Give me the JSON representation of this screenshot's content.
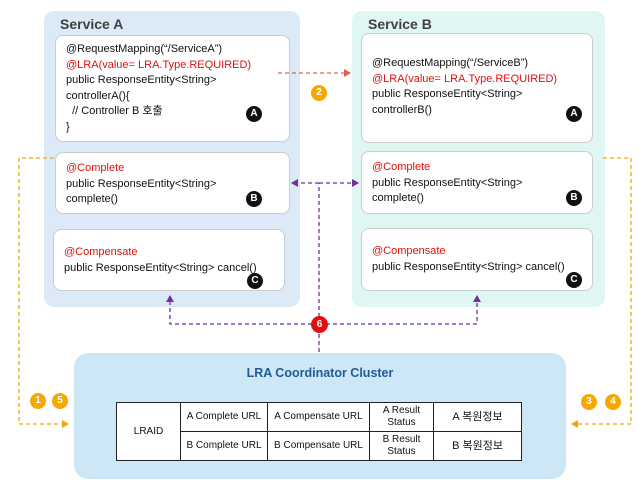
{
  "service_a": {
    "title": "Service A",
    "box_a": {
      "line1": "@RequestMapping(“/ServiceA”)",
      "line2": "@LRA(value= LRA.Type.REQUIRED)",
      "line3": "public ResponseEntity<String>",
      "line4": "controllerA(){",
      "line5": "  // Controller B 호출",
      "line6": "}",
      "badge": "A"
    },
    "box_b": {
      "line1": "@Complete",
      "line2": "public ResponseEntity<String>",
      "line3": "complete()",
      "badge": "B"
    },
    "box_c": {
      "line1": "@Compensate",
      "line2": "public ResponseEntity<String> cancel()",
      "badge": "C"
    }
  },
  "service_b": {
    "title": "Service B",
    "box_a": {
      "line1": "@RequestMapping(“/ServiceB”)",
      "line2": "@LRA(value= LRA.Type.REQUIRED)",
      "line3": "public ResponseEntity<String>",
      "line4": "controllerB()",
      "badge": "A"
    },
    "box_b": {
      "line1": "@Complete",
      "line2": "public ResponseEntity<String>",
      "line3": "complete()",
      "badge": "B"
    },
    "box_c": {
      "line1": "@Compensate",
      "line2": "public ResponseEntity<String> cancel()",
      "badge": "C"
    }
  },
  "coordinator": {
    "title": "LRA Coordinator Cluster",
    "table": {
      "id_label": "LRAID",
      "row1": [
        "A Complete URL",
        "A Compensate URL",
        "A Result Status",
        "A 복원정보"
      ],
      "row2": [
        "B Complete URL",
        "B Compensate URL",
        "B Result Status",
        "B 복원정보"
      ]
    }
  },
  "steps": {
    "s1": "1",
    "s2": "2",
    "s3": "3",
    "s4": "4",
    "s5": "5",
    "s6": "6"
  },
  "colors": {
    "orange": "#f4a800",
    "red": "#e01010",
    "purple": "#7030a0",
    "coral": "#e06050"
  }
}
